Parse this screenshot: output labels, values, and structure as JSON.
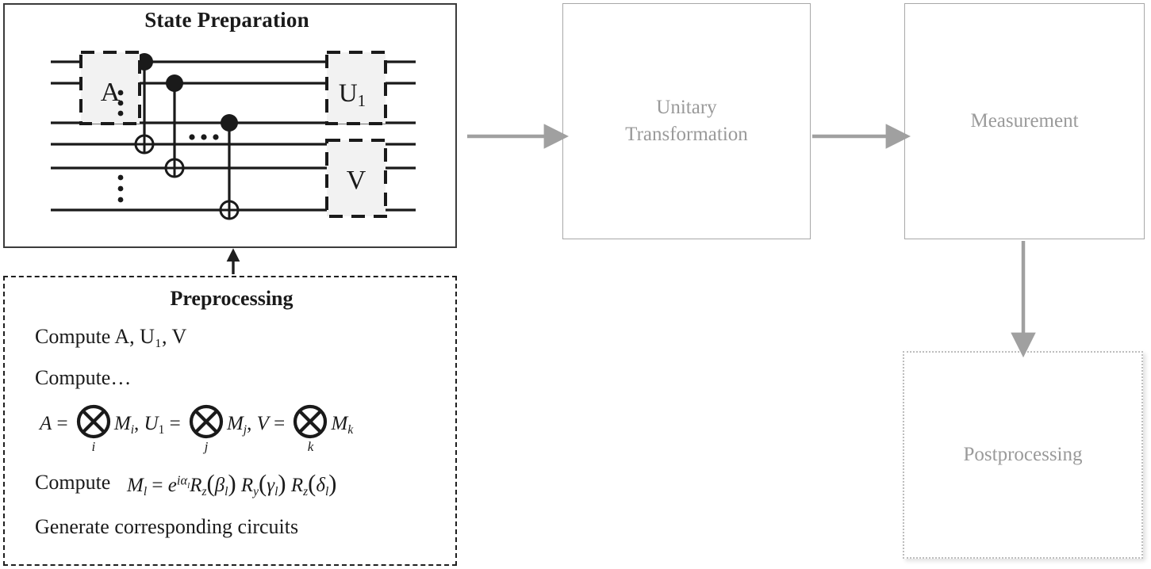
{
  "diagram": {
    "title": "Quantum state preparation pipeline",
    "colors": {
      "ink": "#1a1a1a",
      "gate_fill": "#f2f2f2",
      "gray_text": "#9a9a9a",
      "gray_border": "#a8a8a8",
      "gray_arrow": "#a0a0a0",
      "dotted_border": "#bdbdbd"
    }
  },
  "state_preparation": {
    "title": "State Preparation",
    "gates": {
      "a": "A",
      "u1": "U",
      "u1_sub": "1",
      "v": "V"
    },
    "ellipsis": "⋮",
    "h_ellipsis": "⋯",
    "num_wires": 6,
    "cnots": [
      {
        "control_wire": 0,
        "target_wire": 3
      },
      {
        "control_wire": 1,
        "target_wire": 4
      },
      {
        "control_wire": 2,
        "target_wire": 5
      }
    ]
  },
  "preprocessing": {
    "title": "Preprocessing",
    "line1": "Compute A, U₁, V",
    "line2": "Compute…",
    "line3": "Compute",
    "line4": "Generate corresponding circuits",
    "formula_tensor": {
      "a": "A",
      "eq": "=",
      "tensor": "⊗",
      "sub_i": "i",
      "m_i": "M",
      "mi_sub": "i",
      "comma1": ",",
      "u1": "U",
      "u1_sub": "1",
      "sub_j": "j",
      "m_j": "M",
      "mj_sub": "j",
      "comma2": ",",
      "v": "V",
      "sub_k": "k",
      "m_k": "M",
      "mk_sub": "k"
    },
    "formula_m": {
      "m": "M",
      "m_sub": "l",
      "eq": "=",
      "e": "e",
      "i": "i",
      "alpha": "α",
      "alpha_sub": "l",
      "rz1": "R",
      "rz1_sub": "z",
      "beta": "β",
      "beta_sub": "l",
      "ry": "R",
      "ry_sub": "y",
      "gamma": "γ",
      "gamma_sub": "l",
      "rz2": "R",
      "rz2_sub": "z",
      "delta": "δ",
      "delta_sub": "l",
      "lparen": "(",
      "rparen": ")"
    }
  },
  "unitary_transformation": {
    "label_line1": "Unitary",
    "label_line2": "Transformation"
  },
  "measurement": {
    "label": "Measurement"
  },
  "postprocessing": {
    "label": "Postprocessing"
  }
}
